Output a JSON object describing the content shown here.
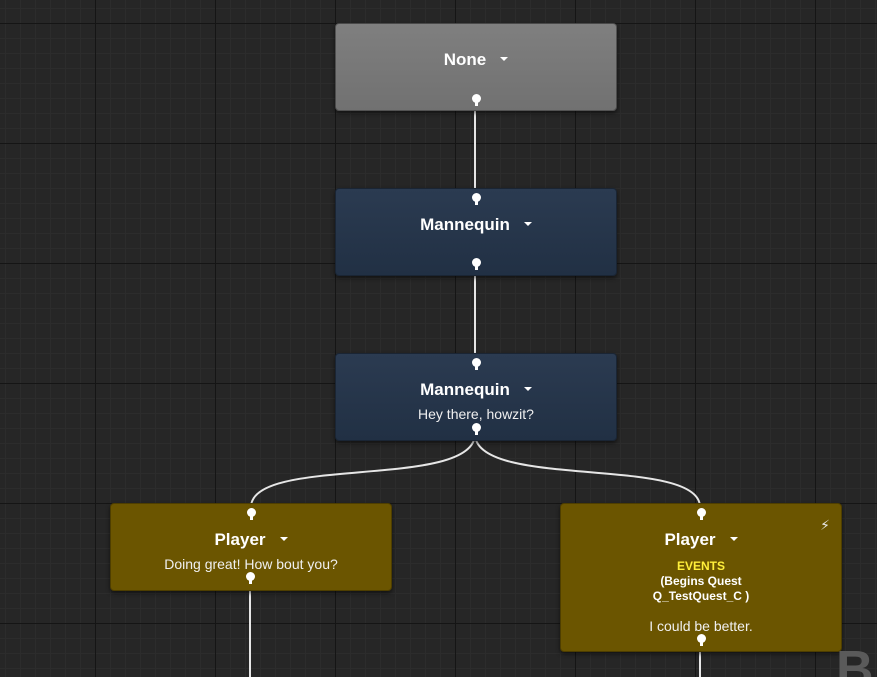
{
  "canvas": {
    "background": "#262626",
    "grid_major_color": "#151515",
    "grid_minor_color": "#2c2c2c"
  },
  "nodes": {
    "root": {
      "speaker": "None",
      "color": "#7a7a7a"
    },
    "npc_1": {
      "speaker": "Mannequin",
      "line": "",
      "color": "#26364b"
    },
    "npc_2": {
      "speaker": "Mannequin",
      "line": "Hey there, howzit?",
      "color": "#26364b"
    },
    "player_1": {
      "speaker": "Player",
      "line": "Doing great! How bout you?",
      "color": "#6b5500"
    },
    "player_2": {
      "speaker": "Player",
      "events_label": "EVENTS",
      "events_detail": "(Begins Quest Q_TestQuest_C )",
      "line": "I could be better.",
      "event_icon": "lightning-icon",
      "color": "#6b5500"
    }
  },
  "wire_color": "#e6e6e6",
  "events_label_color": "#ffef3a",
  "watermark_text": "B"
}
